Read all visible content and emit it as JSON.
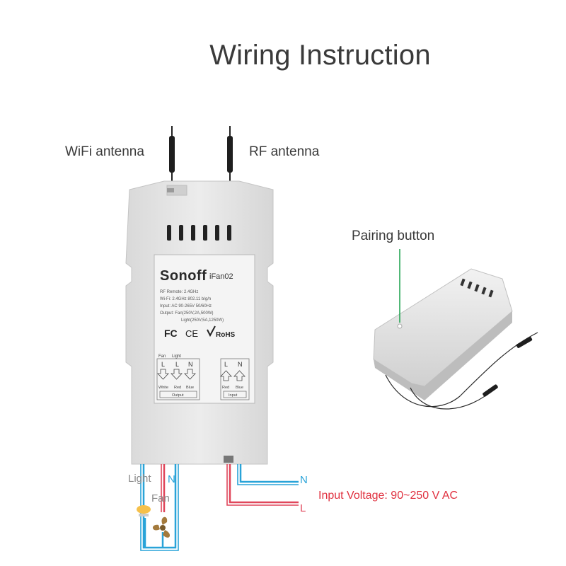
{
  "title": "Wiring Instruction",
  "callouts": {
    "wifi_antenna": "WiFi antenna",
    "rf_antenna": "RF antenna",
    "pairing_button": "Pairing button"
  },
  "device": {
    "brand": "Sonoff",
    "model": "iFan02",
    "specs": [
      "RF Remote: 2.4GHz",
      "Wi-Fi: 2.4GHz  802.11 b/g/n",
      "Input: AC 90-265V  50/60Hz",
      "Output: Fan(250V,2A,500W)",
      "Light(250V,5A,1250W)"
    ],
    "certs": {
      "fc": "FC",
      "ce": "CE",
      "rohs": "RoHS"
    },
    "output_terminals": {
      "group_fan": "Fan",
      "group_light": "Light",
      "letters": [
        "L",
        "L",
        "N"
      ],
      "wire_colors": [
        "White",
        "Red",
        "Blue"
      ],
      "section_label": "Output"
    },
    "input_terminals": {
      "letters": [
        "L",
        "N"
      ],
      "wire_colors": [
        "Red",
        "Blue"
      ],
      "section_label": "Input"
    }
  },
  "wiring": {
    "light_label": "Light",
    "fan_label": "Fan",
    "n_label_output": "N",
    "n_label_input": "N",
    "l_label_input": "L",
    "input_voltage": "Input Voltage: 90~250 V AC"
  },
  "colors": {
    "wire_blue": "#29a3d8",
    "wire_red": "#e0475b",
    "voltage_text": "#e0303f",
    "pairing_line": "#19a14a",
    "device_body": "#e6e6e6"
  },
  "icons": [
    "antenna-icon",
    "light-bulb-icon",
    "fan-icon",
    "arrow-down-icon",
    "arrow-up-icon",
    "fc-logo",
    "ce-logo",
    "rohs-logo"
  ]
}
